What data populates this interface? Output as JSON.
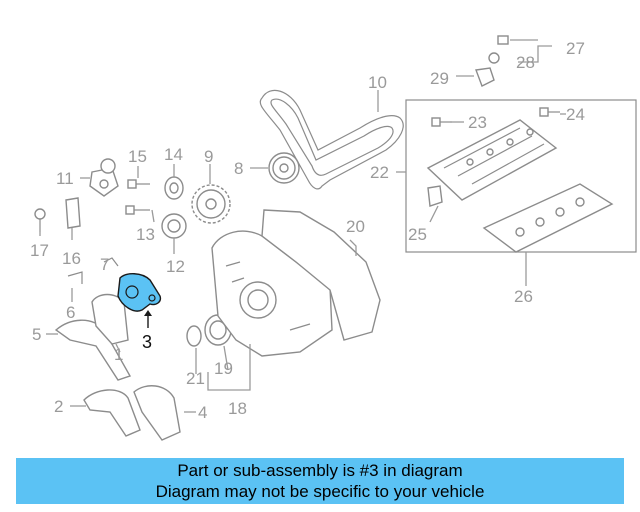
{
  "diagram": {
    "highlighted_part": "3",
    "highlight_color": "#5bc2f4",
    "callouts": [
      "1",
      "2",
      "3",
      "4",
      "5",
      "6",
      "7",
      "8",
      "9",
      "10",
      "11",
      "12",
      "13",
      "14",
      "15",
      "16",
      "17",
      "18",
      "19",
      "20",
      "21",
      "22",
      "23",
      "24",
      "25",
      "26",
      "27",
      "28",
      "29"
    ]
  },
  "banner": {
    "line1": "Part or sub-assembly is #3 in diagram",
    "line2": "Diagram may not be specific to your vehicle",
    "color": "#5bc2f4"
  }
}
